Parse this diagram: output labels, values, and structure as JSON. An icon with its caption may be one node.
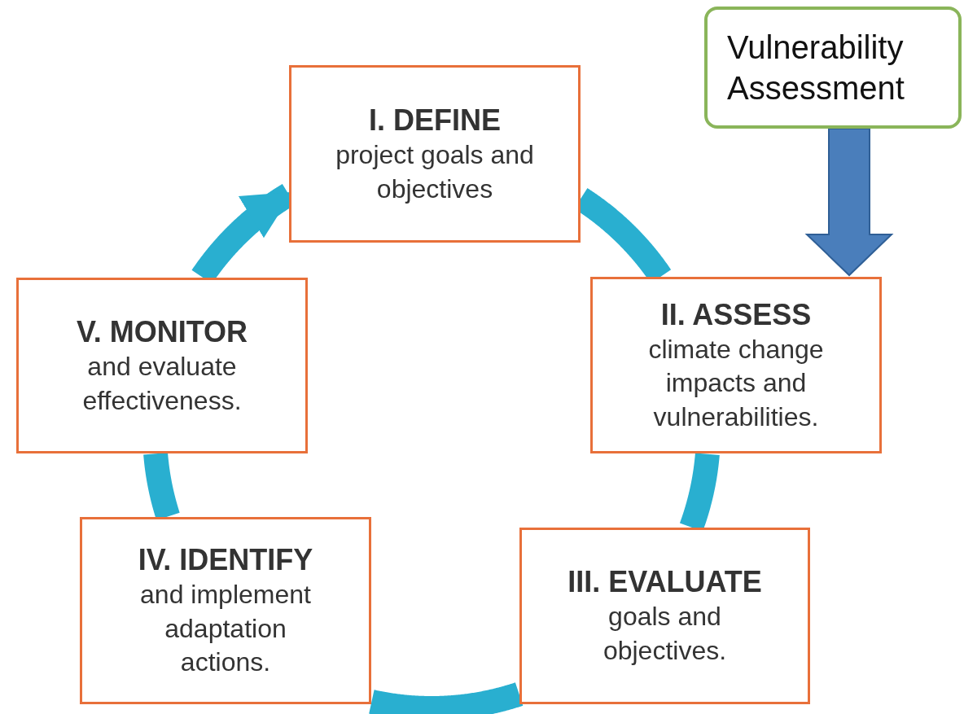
{
  "diagram": {
    "nodes": [
      {
        "text": [
          "I. DEFINE",
          "project goals and objectives"
        ]
      },
      {
        "text": [
          "II. ASSESS",
          "climate change impacts and vulnerabilities."
        ]
      },
      {
        "text": [
          "III. EVALUATE",
          "goals and objectives."
        ]
      },
      {
        "text": [
          "IV. IDENTIFY",
          "and implement adaptation actions."
        ]
      },
      {
        "text": [
          "V. MONITOR",
          "and evaluate effectiveness."
        ]
      },
      {
        "text": [
          "Vulnerability Assessment"
        ]
      }
    ],
    "edges": [
      {
        "from": 0,
        "to": 1,
        "arrow": "none"
      },
      {
        "from": 1,
        "to": 2,
        "arrow": "none"
      },
      {
        "from": 2,
        "to": 3,
        "arrow": "none"
      },
      {
        "from": 3,
        "to": 4,
        "arrow": "none"
      },
      {
        "from": 4,
        "to": 0,
        "arrow": "to"
      },
      {
        "from": 5,
        "to": 1,
        "arrow": "to",
        "style": "thick",
        "color": "#4a7ebb"
      }
    ]
  }
}
